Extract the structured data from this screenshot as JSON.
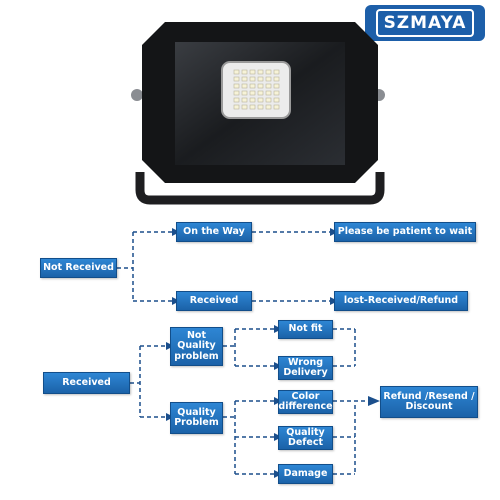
{
  "brand": {
    "name": "SZMAYA"
  },
  "colors": {
    "brand_blue": "#1d5fa9",
    "box_blue": "#2378c3",
    "line_blue": "#1b4f8c"
  },
  "product_image": {
    "name": "LED flood light"
  },
  "flowchart": {
    "not_received": {
      "root": "Not Received",
      "on_the_way": "On the Way",
      "patient": "Please be patient to wait",
      "received": "Received",
      "lost": "lost-Received/Refund"
    },
    "received": {
      "root": "Received",
      "not_quality": "Not Quality problem",
      "quality": "Quality Problem",
      "not_fit": "Not fit",
      "wrong_delivery": "Wrong Delivery",
      "color_diff": "Color difference",
      "quality_defect": "Quality Defect",
      "damage": "Damage",
      "refund": "Refund /Resend / Discount"
    }
  }
}
